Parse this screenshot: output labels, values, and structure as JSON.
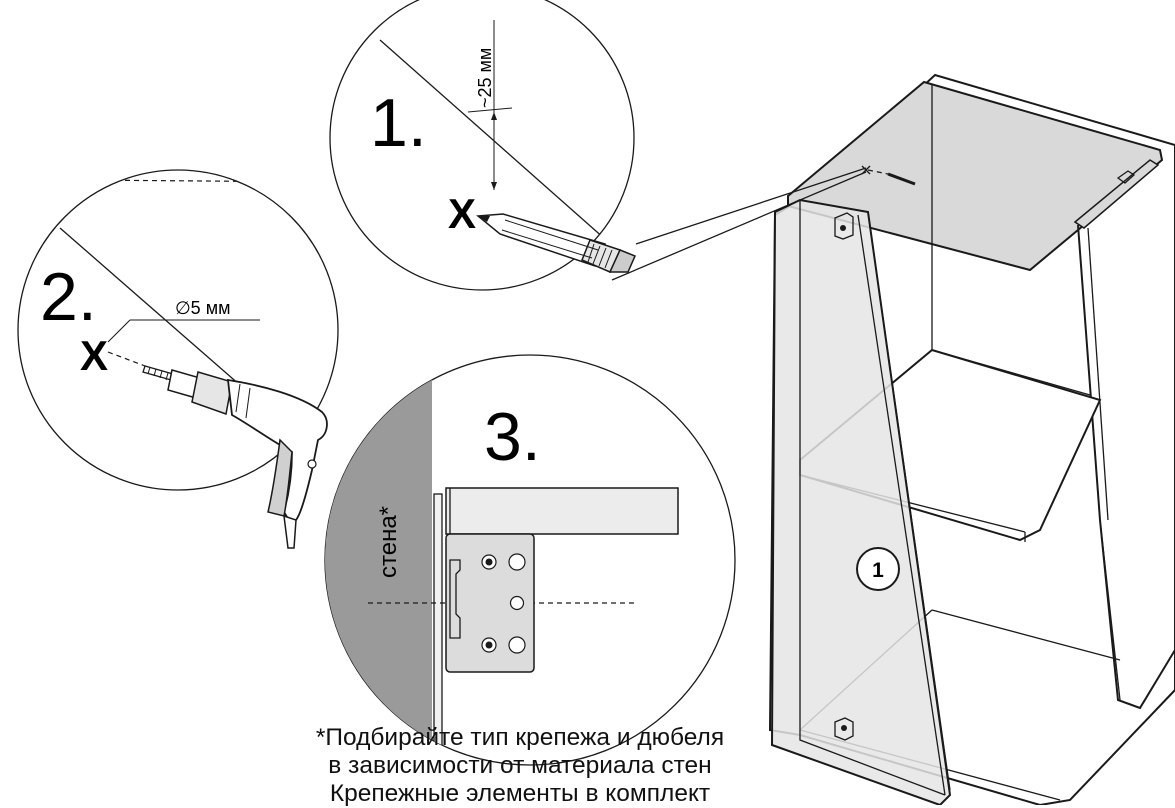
{
  "steps": {
    "step1": {
      "number": "1.",
      "marker": "X",
      "dimension": "~25 мм"
    },
    "step2": {
      "number": "2.",
      "marker": "X",
      "dimension": "∅5 мм"
    },
    "step3": {
      "number": "3.",
      "wall_label": "стена*"
    }
  },
  "part_number": "1",
  "footnote": [
    "*Подбирайте тип крепежа и дюбеля",
    "в зависимости от материала стен",
    "Крепежные элементы в комплект"
  ],
  "icons": [
    "pencil-icon",
    "drill-icon",
    "wall-bracket-icon",
    "cabinet-drawing"
  ]
}
